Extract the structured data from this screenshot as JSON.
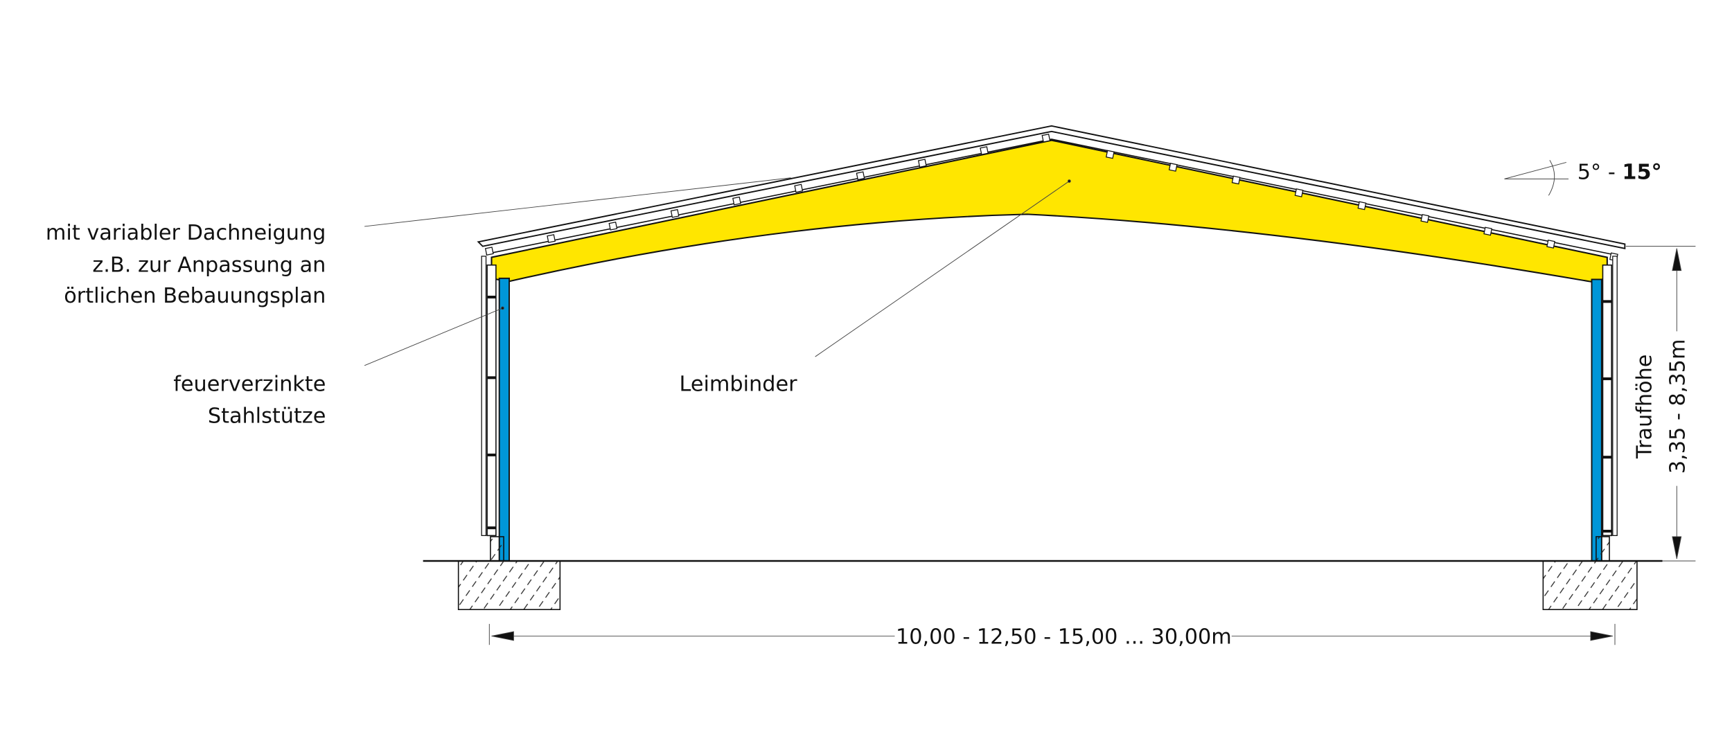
{
  "labels": {
    "roof_pitch_line1": "mit variabler Dachneigung",
    "roof_pitch_line2": "z.B. zur Anpassung an",
    "roof_pitch_line3": "örtlichen Bebauungsplan",
    "column_line1": "feuerverzinkte",
    "column_line2": "Stahlstütze",
    "beam": "Leimbinder",
    "angle_min": "5° - ",
    "angle_max": "15°",
    "eave_height_title": "Traufhöhe",
    "eave_height_range": "3,35 - 8,35m",
    "span": "10,00 - 12,50 - 15,00 ... 30,00m"
  },
  "colors": {
    "beam": "#ffe600",
    "column": "#0096d8",
    "line": "#111111"
  }
}
